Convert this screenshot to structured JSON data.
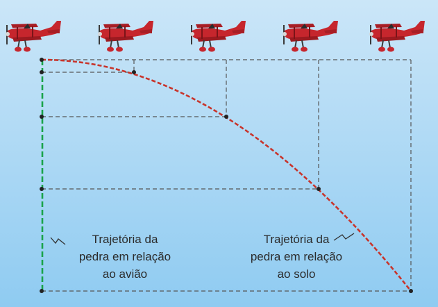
{
  "diagram": {
    "labels": {
      "plane_frame_trajectory": {
        "lines": [
          "Trajetória da",
          "pedra em relação",
          "ao avião"
        ]
      },
      "ground_frame_trajectory": {
        "lines": [
          "Trajetória da",
          "pedra em relação",
          "ao solo"
        ]
      }
    },
    "colors": {
      "sky_top": "#c9e5f7",
      "sky_bottom": "#8ecaf0",
      "vertical_path": "#1aa34a",
      "parabola_path": "#c8342b",
      "grid_lines": "#555555",
      "airplane": "#c0242b"
    },
    "icons": [
      "airplane-icon",
      "airplane-icon",
      "airplane-icon",
      "airplane-icon",
      "airplane-icon"
    ]
  }
}
